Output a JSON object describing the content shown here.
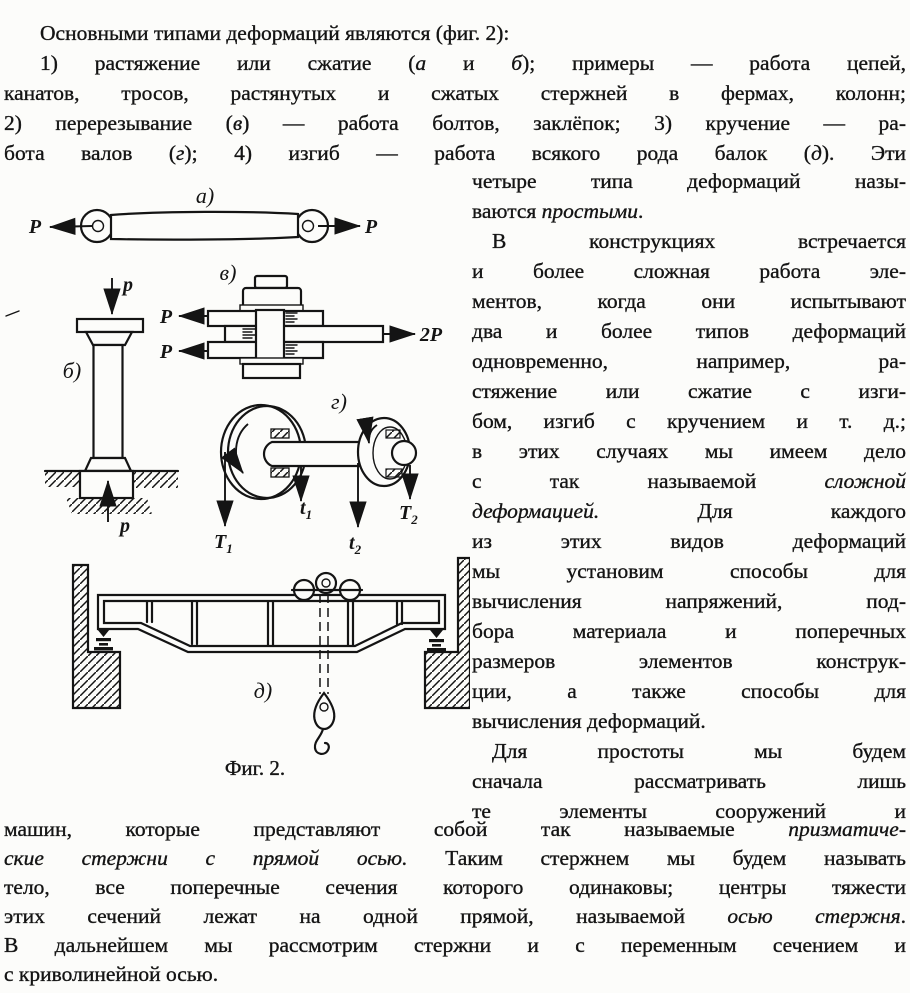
{
  "colors": {
    "ink": "#141414",
    "paper": "#fcfcfa"
  },
  "text": {
    "top_lines": [
      "Основными типами деформаций являются (фиг. 2):",
      "1) растяжение или сжатие (<i>а</i> и <i>б</i>); примеры — работа цепей,",
      "канатов, тросов, растянутых и сжатых стержней в фермах, колонн;",
      "2) перерезывание (<i>в</i>) — работа болтов, заклёпок; 3) кручение — ра-",
      "бота валов (<i>г</i>); 4) изгиб — работа всякого рода балок (<i>д</i>). Эти"
    ],
    "right_lines": [
      "четыре типа деформаций назы-",
      "ваются <i>простыми</i>.",
      "В конструкциях встречается",
      "и более сложная работа эле-",
      "ментов, когда они испытывают",
      "два и более типов деформаций",
      "одновременно, например, ра-",
      "стяжение или сжатие с изги-",
      "бом, изгиб с кручением и т. д.;",
      "в этих случаях мы имеем дело",
      "с так называемой <i>сложной</i>",
      "<i>деформацией.</i> Для каждого",
      "из этих видов деформаций",
      "мы установим способы для",
      "вычисления напряжений, под-",
      "бора материала и поперечных",
      "размеров элементов конструк-",
      "ции, а также способы для",
      "вычисления деформаций.",
      "Для простоты мы будем",
      "сначала рассматривать лишь",
      "те элементы сооружений и"
    ],
    "bottom_lines": [
      "машин, которые представляют собой так называемые <i>призматиче-</i>",
      "<i>ские стержни с прямой осью.</i> Таким стержнем мы будем называть",
      "тело, все поперечные сечения которого одинаковы; центры тяжести",
      "этих сечений лежат на одной прямой, называемой <i>осью стержня</i>.",
      "В дальнейшем мы рассмотрим стержни и с переменным сечением и",
      "с криволинейной осью."
    ]
  },
  "figure": {
    "caption": "Фиг. 2.",
    "labels": {
      "a": "а)",
      "b": "б)",
      "v": "в)",
      "g": "г)",
      "d": "д)"
    },
    "forces": {
      "P": "P",
      "p": "р",
      "twoP": "2P",
      "T": "T",
      "t": "t",
      "sub1": "1",
      "sub2": "2"
    }
  }
}
